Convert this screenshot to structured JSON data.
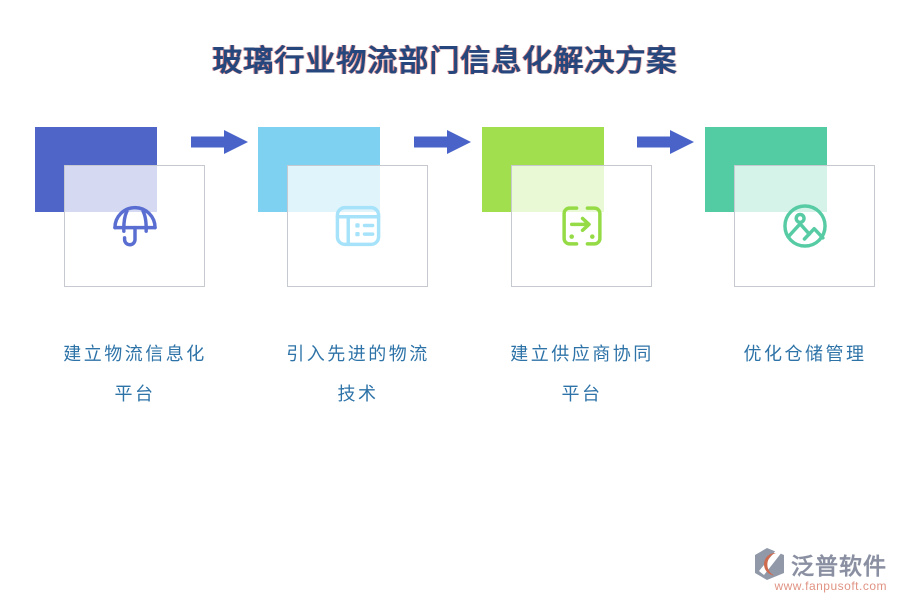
{
  "title": "玻璃行业物流部门信息化解决方案",
  "colors": {
    "title": "#25477D",
    "label": "#2E73A8",
    "arrow": "#4A63C8",
    "box_border": "#C6C9CF"
  },
  "steps": [
    {
      "label_line1": "建立物流信息化",
      "label_line2": "平台",
      "icon": "umbrella-icon",
      "solid_color": "#4F66C8",
      "icon_color": "#5A6ED2"
    },
    {
      "label_line1": "引入先进的物流",
      "label_line2": "技术",
      "icon": "table-list-icon",
      "solid_color": "#7FD1F1",
      "icon_color": "#A6E3FA"
    },
    {
      "label_line1": "建立供应商协同",
      "label_line2": "平台",
      "icon": "transfer-arrow-icon",
      "solid_color": "#A2DF4F",
      "icon_color": "#95DB45"
    },
    {
      "label_line1": "优化仓储管理",
      "label_line2": "",
      "icon": "photo-icon",
      "solid_color": "#53CBA3",
      "icon_color": "#57CCA4"
    }
  ],
  "footer_logo": {
    "name": "泛普软件",
    "url": "www.fanpusoft.com",
    "name_color": "#8A90A2",
    "url_color": "#E09383",
    "mark_gray": "#9199A9",
    "mark_orange": "#CE6A4E"
  }
}
